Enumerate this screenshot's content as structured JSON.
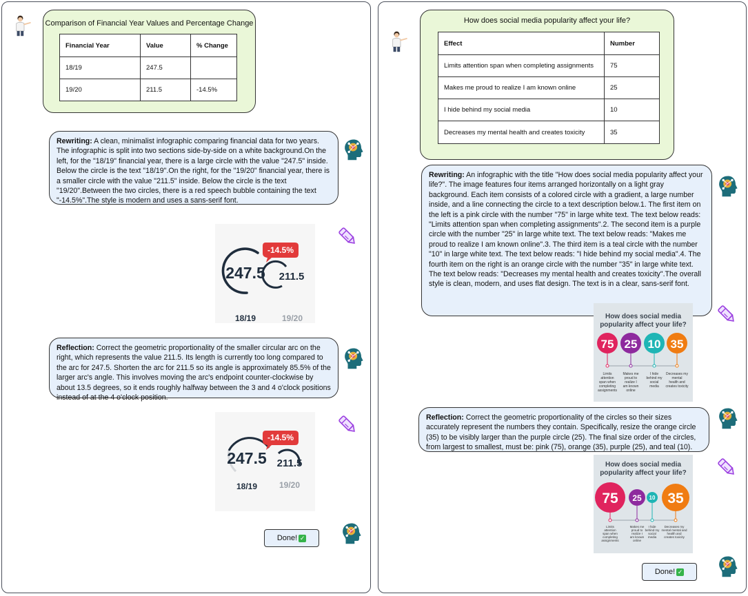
{
  "left": {
    "table_title": "Comparison of Financial Year Values and Percentage Change",
    "table": {
      "headers": [
        "Financial Year",
        "Value",
        "% Change"
      ],
      "rows": [
        [
          "18/19",
          "247.5",
          ""
        ],
        [
          "19/20",
          "211.5",
          "-14.5%"
        ]
      ]
    },
    "rewriting": {
      "label": "Rewriting:",
      "text": " A clean, minimalist infographic comparing financial data for two years. The infographic is split into two sections side-by-side on a white background.On the left, for the \"18/19\" financial year, there is a large circle with the value \"247.5\" inside. Below the circle is the text \"18/19\".On the right, for the \"19/20\" financial year, there is a smaller circle with the value \"211.5\" inside. Below the circle is the text \"19/20\".Between the two circles, there is a red speech bubble containing the text \"-14.5%\".The style is modern and uses a sans-serif font."
    },
    "reflection": {
      "label": "Reflection:",
      "text": " Correct the geometric proportionality of the smaller circular arc on the right, which represents the value 211.5. Its length is currently too long compared to the arc for 247.5. Shorten the arc for 211.5 so its angle is approximately 85.5% of the larger arc's angle. This involves moving the arc's endpoint counter-clockwise by about 13.5 degrees, so it ends roughly halfway between the 3 and 4 o'clock positions instead of at the 4 o'clock position."
    },
    "image1": {
      "badge": "-14.5%",
      "v1": "247.5",
      "v2": "211.5",
      "y1": "18/19",
      "y2": "19/20"
    },
    "image2": {
      "badge": "-14.5%",
      "v1": "247.5",
      "v2": "211.5",
      "y1": "18/19",
      "y2": "19/20"
    },
    "done": "Done!"
  },
  "right": {
    "table_title": "How does social media popularity affect your life?",
    "table": {
      "headers": [
        "Effect",
        "Number"
      ],
      "rows": [
        [
          "Limits attention span when completing assignments",
          "75"
        ],
        [
          "Makes me proud to realize I am known online",
          "25"
        ],
        [
          "I hide behind my social media",
          "10"
        ],
        [
          "Decreases my mental health and creates toxicity",
          "35"
        ]
      ]
    },
    "rewriting": {
      "label": "Rewriting:",
      "text": " An infographic with the title \"How does social media popularity affect your life?\". The image features four items arranged horizontally on a light gray background. Each item consists of a colored circle with a gradient, a large number inside, and a line connecting the circle to a text description below.1. The first item on the left is a pink circle with the number \"75\" in large white text. The text below reads: \"Limits attention span when completing assignments\".2. The second item is a purple circle with the number \"25\" in large white text. The text below reads: \"Makes me proud to realize I am known online\".3. The third item is a teal circle with the number \"10\" in large white text. The text below reads: \"I hide behind my social media\".4. The fourth item on the right is an orange circle with the number \"35\" in large white text. The text below reads: \"Decreases my mental health and creates toxicity\".The overall style is clean, modern, and uses flat design. The text is in a clear, sans-serif font."
    },
    "reflection": {
      "label": "Reflection:",
      "text": " Correct the geometric proportionality of the circles so their sizes accurately represent the numbers they contain. Specifically, resize the orange circle (35) to be visibly larger than the purple circle (25). The final size order of the circles, from largest to smallest, must be: pink (75), orange (35), purple (25), and teal (10)."
    },
    "image1": {
      "title1": "How does social media",
      "title2": "popularity affect your life?",
      "items": [
        {
          "n": "75",
          "d1": "Limits",
          "d2": "attention",
          "d3": "span when",
          "d4": "completing",
          "d5": "assignments"
        },
        {
          "n": "25",
          "d1": "Makes me",
          "d2": "proud to",
          "d3": "realize I",
          "d4": "am known",
          "d5": "online"
        },
        {
          "n": "10",
          "d1": "I hide",
          "d2": "behind my",
          "d3": "social",
          "d4": "media",
          "d5": ""
        },
        {
          "n": "35",
          "d1": "Decreases my",
          "d2": "mental",
          "d3": "health and",
          "d4": "creates toxicity",
          "d5": ""
        }
      ]
    },
    "image2": {
      "title1": "How does social media",
      "title2": "popularity affect your life?",
      "items": [
        {
          "n": "75",
          "d1": "Limits",
          "d2": "attention",
          "d3": "span when",
          "d4": "completing",
          "d5": "assignments"
        },
        {
          "n": "25",
          "d1": "Makes me",
          "d2": "proud to",
          "d3": "realize I",
          "d4": "am known",
          "d5": "online"
        },
        {
          "n": "10",
          "d1": "I hide",
          "d2": "behind my",
          "d3": "social",
          "d4": "media",
          "d5": ""
        },
        {
          "n": "35",
          "d1": "Decreases my",
          "d2": "mental mental and",
          "d3": "health and",
          "d4": "creates toxicity",
          "d5": ""
        }
      ]
    },
    "done": "Done!"
  },
  "colors": {
    "green_bubble": "#eaf7d8",
    "blue_bubble": "#e7f0fb",
    "pink": "#e0245e",
    "purple": "#8e2a9e",
    "teal": "#1fb5b5",
    "orange": "#f07c12",
    "red_badge": "#e23b3b",
    "navy": "#1f2d3d"
  }
}
